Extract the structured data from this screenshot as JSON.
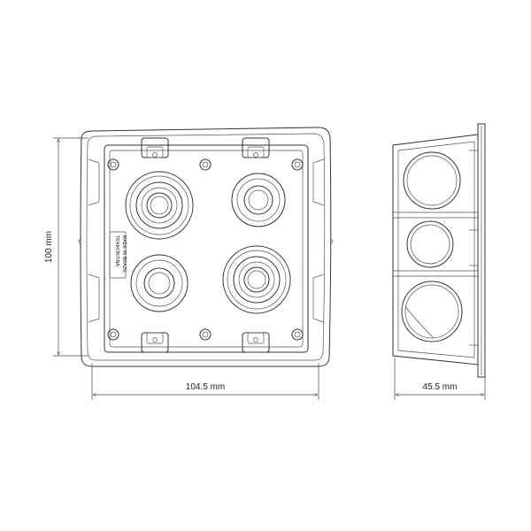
{
  "diagram": {
    "dimensions": {
      "height_label": "100 mm",
      "width_label": "104.5 mm",
      "depth_label": "45.5 mm"
    },
    "label_plate": {
      "brand": "TRAMONTINA",
      "origin": "MADE IN BRAZIL"
    }
  }
}
